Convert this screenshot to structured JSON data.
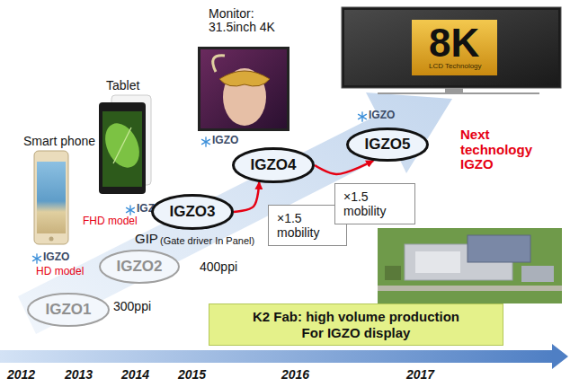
{
  "diagram": {
    "nodes": [
      {
        "text": [
          "IGZO1"
        ]
      },
      {
        "text": [
          "IGZO2"
        ]
      },
      {
        "text": [
          "IGZO3"
        ]
      },
      {
        "text": [
          "IGZO4"
        ]
      },
      {
        "text": [
          "IGZO5"
        ]
      },
      {
        "text": [
          "×1.5 mobility"
        ]
      },
      {
        "text": [
          "×1.5 mobility"
        ]
      },
      {
        "text": [
          "K2 Fab: high volume production For IGZO display"
        ]
      }
    ],
    "edges": [
      {
        "from": 2,
        "to": 3,
        "arrow": "to"
      },
      {
        "from": 3,
        "to": 4,
        "arrow": "to"
      }
    ],
    "labels": [
      "Monitor: 31.5inch 4K",
      "8K",
      "LCD Technology",
      "Tablet",
      "IGZO",
      "Next technology IGZO",
      "IGZO",
      "Smart phone",
      "FHD model",
      "IGZO",
      "GIP",
      "(Gate driver In Panel)",
      "400ppi",
      "IGZO",
      "HD model",
      "300ppi",
      "2012",
      "2013",
      "2014",
      "2015",
      "2016",
      "2017"
    ]
  }
}
